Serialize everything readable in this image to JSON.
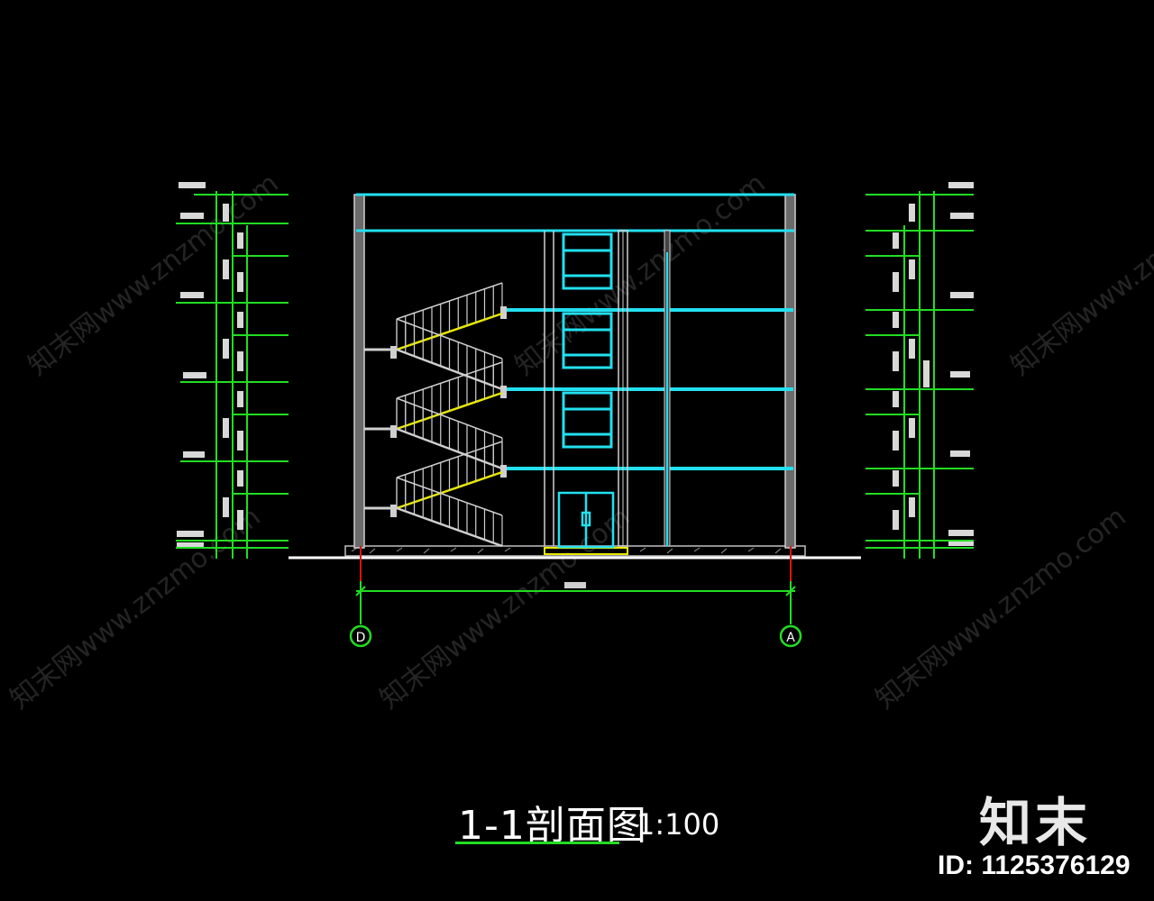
{
  "drawing": {
    "title": "1-1剖面图",
    "scale": "1:100"
  },
  "axes": {
    "left": "D",
    "right": "A"
  },
  "brand": {
    "logo": "知末",
    "id_label": "ID: 1125376129",
    "watermark": "知末网www.znzmo.com"
  },
  "colors": {
    "background": "#000000",
    "dimension_green": "#22dd22",
    "structure_cyan": "#22e0f0",
    "wall_grey": "#cfcfcf",
    "tread_yellow": "#e8e800",
    "axis_red": "#dd1111"
  }
}
